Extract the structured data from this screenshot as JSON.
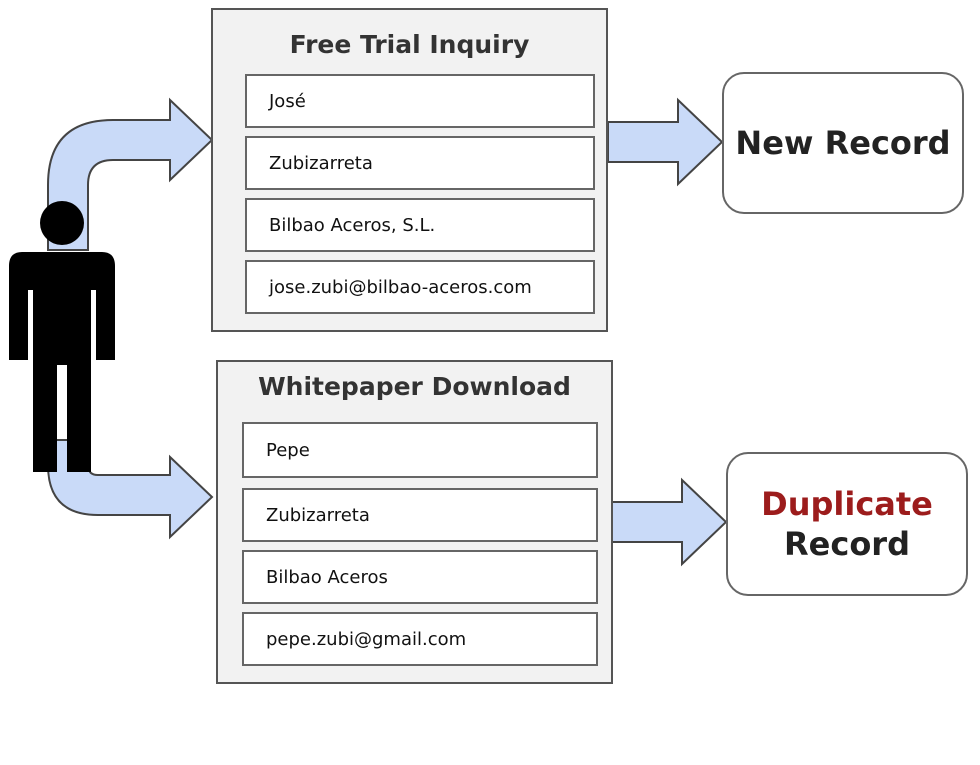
{
  "colors": {
    "arrow_fill": "#c9daf8",
    "arrow_stroke": "#444444",
    "person": "#000000",
    "duplicate_accent": "#9c1c1c"
  },
  "icons": {
    "person": "person-silhouette-icon"
  },
  "free_trial": {
    "title": "Free Trial Inquiry",
    "fields": [
      "José",
      "Zubizarreta",
      "Bilbao Aceros, S.L.",
      "jose.zubi@bilbao-aceros.com"
    ]
  },
  "whitepaper": {
    "title": "Whitepaper Download",
    "fields": [
      "Pepe",
      "Zubizarreta",
      "Bilbao Aceros",
      "pepe.zubi@gmail.com"
    ]
  },
  "results": {
    "new_record": "New Record",
    "duplicate_word": "Duplicate",
    "duplicate_record": "Record"
  }
}
